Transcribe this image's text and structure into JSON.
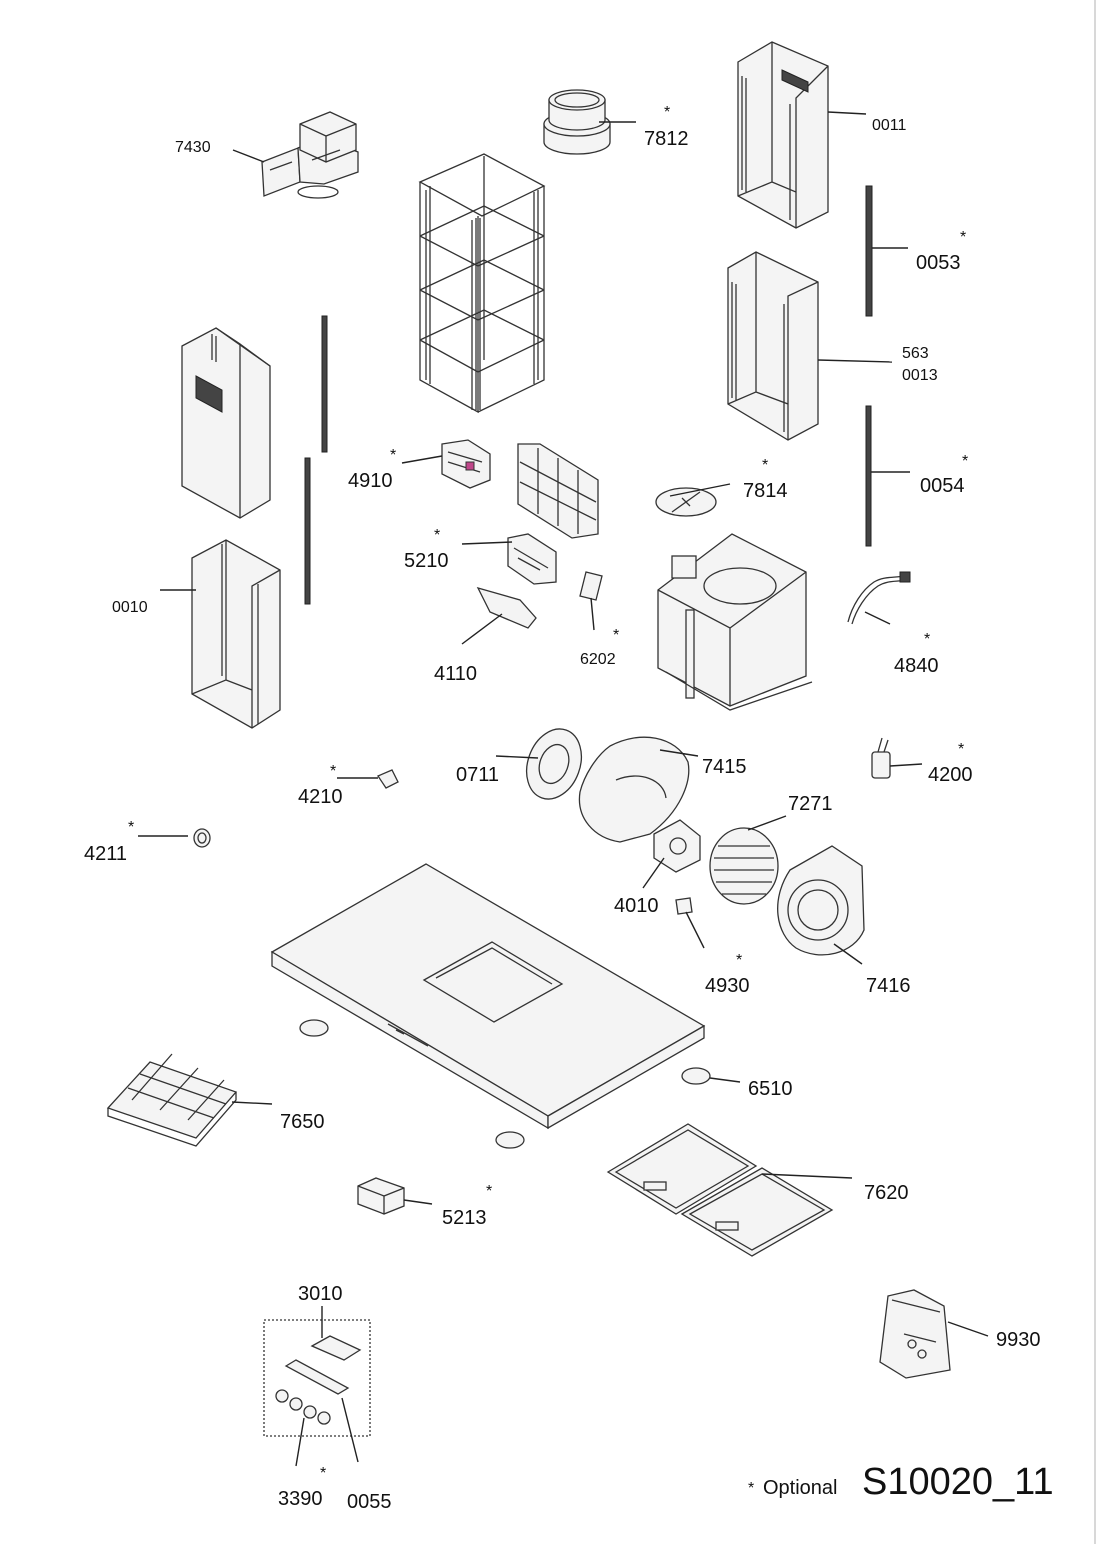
{
  "labels": [
    {
      "id": "7430",
      "text": "7430",
      "optional": false
    },
    {
      "id": "7812",
      "text": "7812",
      "optional": true
    },
    {
      "id": "0011",
      "text": "0011",
      "optional": false
    },
    {
      "id": "0053",
      "text": "0053",
      "optional": true
    },
    {
      "id": "563",
      "text": "563",
      "optional": false
    },
    {
      "id": "0013",
      "text": "0013",
      "optional": false
    },
    {
      "id": "0054",
      "text": "0054",
      "optional": true
    },
    {
      "id": "4910",
      "text": "4910",
      "optional": true
    },
    {
      "id": "7814",
      "text": "7814",
      "optional": true
    },
    {
      "id": "5210",
      "text": "5210",
      "optional": true
    },
    {
      "id": "0010",
      "text": "0010",
      "optional": false
    },
    {
      "id": "4110",
      "text": "4110",
      "optional": false
    },
    {
      "id": "6202",
      "text": "6202",
      "optional": true
    },
    {
      "id": "4840",
      "text": "4840",
      "optional": true
    },
    {
      "id": "0711",
      "text": "0711",
      "optional": false
    },
    {
      "id": "7415",
      "text": "7415",
      "optional": false
    },
    {
      "id": "4210",
      "text": "4210",
      "optional": true
    },
    {
      "id": "4200",
      "text": "4200",
      "optional": true
    },
    {
      "id": "7271",
      "text": "7271",
      "optional": false
    },
    {
      "id": "4211",
      "text": "4211",
      "optional": true
    },
    {
      "id": "4010",
      "text": "4010",
      "optional": false
    },
    {
      "id": "4930",
      "text": "4930",
      "optional": true
    },
    {
      "id": "7416",
      "text": "7416",
      "optional": false
    },
    {
      "id": "6510",
      "text": "6510",
      "optional": false
    },
    {
      "id": "7650",
      "text": "7650",
      "optional": false
    },
    {
      "id": "7620",
      "text": "7620",
      "optional": false
    },
    {
      "id": "5213",
      "text": "5213",
      "optional": true
    },
    {
      "id": "3010",
      "text": "3010",
      "optional": false
    },
    {
      "id": "9930",
      "text": "9930",
      "optional": false
    },
    {
      "id": "3390",
      "text": "3390",
      "optional": true
    },
    {
      "id": "0055",
      "text": "0055",
      "optional": false
    }
  ],
  "optional_marker": "*",
  "legend": {
    "marker": "*",
    "text": "Optional"
  },
  "drawing_code": "S10020_11"
}
